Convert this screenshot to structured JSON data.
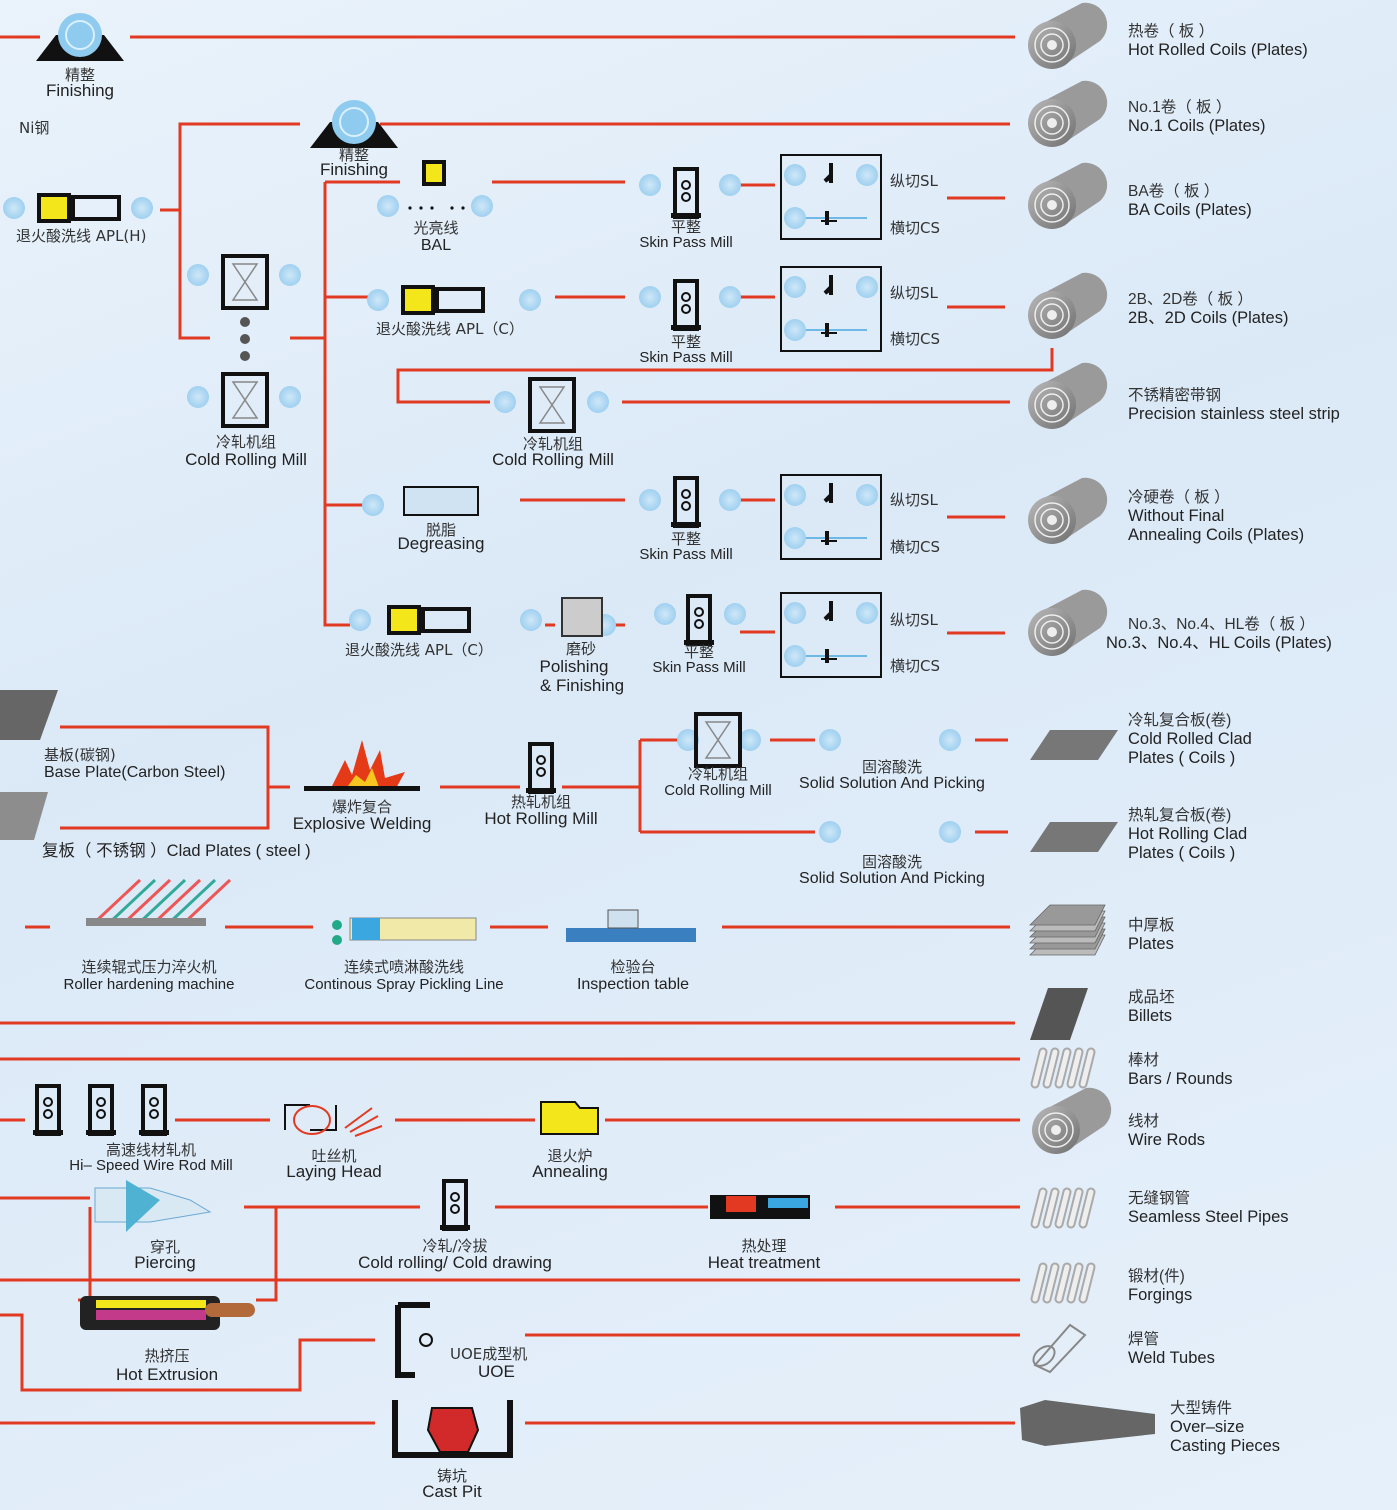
{
  "colors": {
    "line": "#e23a22",
    "machine": "#1b1b1b",
    "accent_yellow": "#f3e71b",
    "coil": "#8a8a8a",
    "background": "#dbe9f7"
  },
  "top": {
    "finishing_zh": "精整",
    "finishing_en": "Finishing",
    "ni_steel": "Ni钢"
  },
  "line_b": {
    "apl_h": "退火酸洗线 APL(H)",
    "finishing_zh": "精整",
    "finishing_en": "Finishing",
    "crm_zh": "冷轧机组",
    "crm_en": "Cold Rolling Mill",
    "bal_zh": "光亮线",
    "bal_en": "BAL",
    "apl_c": "退火酸洗线 APL（C）",
    "crm2_zh": "冷轧机组",
    "crm2_en": "Cold Rolling Mill",
    "degrease_zh": "脱脂",
    "degrease_en": "Degreasing",
    "apl_c2": "退火酸洗线 APL（C）",
    "polish_zh": "磨砂",
    "polish_en1": "Polishing",
    "polish_en2": "& Finishing",
    "skinpass_zh": "平整",
    "skinpass_en": "Skin Pass Mill",
    "sl": "纵切SL",
    "cs": "横切CS"
  },
  "clad": {
    "base_zh": "基板(碳钢)",
    "base_en": "Base Plate(Carbon Steel)",
    "clad_label": "复板（ 不锈钢 ）Clad Plates ( steel )",
    "explosive_zh": "爆炸复合",
    "explosive_en": "Explosive Welding",
    "hrm_zh": "热轧机组",
    "hrm_en": "Hot Rolling Mill",
    "crm_zh": "冷轧机组",
    "crm_en": "Cold Rolling Mill",
    "ssp_zh": "固溶酸洗",
    "ssp_en": "Solid Solution And Picking"
  },
  "plates_line": {
    "roller_zh": "连续辊式压力淬火机",
    "roller_en": "Roller hardening machine",
    "spray_zh": "连续式喷淋酸洗线",
    "spray_en": "Continous Spray Pickling Line",
    "insp_zh": "检验台",
    "insp_en": "Inspection table"
  },
  "long_products": {
    "wire_mill_zh": "高速线材轧机",
    "wire_mill_en": "Hi– Speed Wire Rod Mill",
    "laying_zh": "吐丝机",
    "laying_en": "Laying Head",
    "anneal_zh": "退火炉",
    "anneal_en": "Annealing",
    "piercing_zh": "穿孔",
    "piercing_en": "Piercing",
    "cold_draw_zh": "冷轧/冷拔",
    "cold_draw_en": "Cold rolling/ Cold drawing",
    "heat_zh": "热处理",
    "heat_en": "Heat treatment",
    "extrusion_zh": "热挤压",
    "extrusion_en": "Hot Extrusion",
    "uoe_zh": "UOE成型机",
    "uoe_en": "UOE",
    "castpit_zh": "铸坑",
    "castpit_en": "Cast Pit"
  },
  "products": [
    {
      "zh": "热卷（ 板 ）",
      "en": "Hot Rolled Coils (Plates)"
    },
    {
      "zh": "No.1卷（ 板 ）",
      "en": "No.1 Coils (Plates)"
    },
    {
      "zh": "BA卷（ 板 ）",
      "en": "BA Coils (Plates)"
    },
    {
      "zh": "2B、2D卷（ 板 ）",
      "en": "2B、2D  Coils (Plates)"
    },
    {
      "zh": "不锈精密带钢",
      "en": "Precision stainless steel strip"
    },
    {
      "zh": "冷硬卷（ 板 ）",
      "en": "Without Final",
      "en2": "Annealing  Coils (Plates)"
    },
    {
      "zh": "No.3、No.4、HL卷（ 板 ）",
      "en": "No.3、No.4、HL Coils (Plates)"
    },
    {
      "zh": "冷轧复合板(卷)",
      "en": "Cold Rolled Clad",
      "en2": "Plates ( Coils )"
    },
    {
      "zh": "热轧复合板(卷)",
      "en": "Hot Rolling Clad",
      "en2": "Plates ( Coils )"
    },
    {
      "zh": "中厚板",
      "en": "Plates"
    },
    {
      "zh": "成品坯",
      "en": "Billets"
    },
    {
      "zh": "棒材",
      "en": "Bars / Rounds"
    },
    {
      "zh": "线材",
      "en": "Wire Rods"
    },
    {
      "zh": "无缝钢管",
      "en": "Seamless Steel Pipes"
    },
    {
      "zh": "锻材(件)",
      "en": "Forgings"
    },
    {
      "zh": "焊管",
      "en": "Weld Tubes"
    },
    {
      "zh": "大型铸件",
      "en": "Over–size",
      "en2": "Casting Pieces"
    }
  ]
}
